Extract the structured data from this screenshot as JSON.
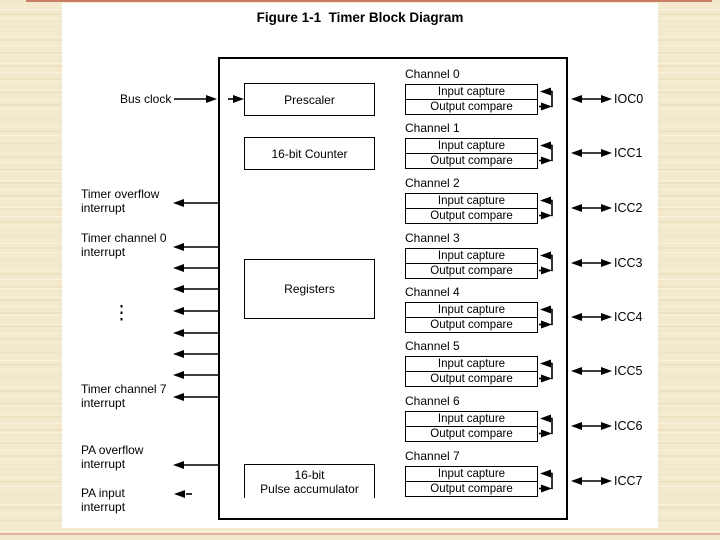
{
  "title": "Figure 1-1  Timer Block Diagram",
  "colors": {
    "page_background": "#f3e9cc",
    "canvas": "#ffffff",
    "line": "#000000",
    "streak_accent": "#bf6a55"
  },
  "blocks": {
    "prescaler": "Prescaler",
    "counter": "16-bit Counter",
    "registers": "Registers",
    "pulse_accumulator": "16-bit\nPulse accumulator"
  },
  "left_labels": {
    "bus_clock": "Bus clock",
    "timer_overflow": "Timer overflow\ninterrupt",
    "timer_channel_0": "Timer channel 0\ninterrupt",
    "ellipsis": "⋮",
    "timer_channel_7": "Timer channel 7\ninterrupt",
    "pa_overflow": "PA overflow\ninterrupt",
    "pa_input": "PA input\ninterrupt"
  },
  "channels": [
    {
      "label": "Channel 0",
      "input": "Input capture",
      "output": "Output compare",
      "pin": "IOC0"
    },
    {
      "label": "Channel 1",
      "input": "Input capture",
      "output": "Output compare",
      "pin": "ICC1"
    },
    {
      "label": "Channel 2",
      "input": "Input capture",
      "output": "Output compare",
      "pin": "ICC2"
    },
    {
      "label": "Channel 3",
      "input": "Input capture",
      "output": "Output compare",
      "pin": "ICC3"
    },
    {
      "label": "Channel 4",
      "input": "Input capture",
      "output": "Output compare",
      "pin": "ICC4"
    },
    {
      "label": "Channel 5",
      "input": "Input capture",
      "output": "Output compare",
      "pin": "ICC5"
    },
    {
      "label": "Channel 6",
      "input": "Input capture",
      "output": "Output compare",
      "pin": "ICC6"
    },
    {
      "label": "Channel 7",
      "input": "Input capture",
      "output": "Output compare",
      "pin": "ICC7"
    }
  ]
}
